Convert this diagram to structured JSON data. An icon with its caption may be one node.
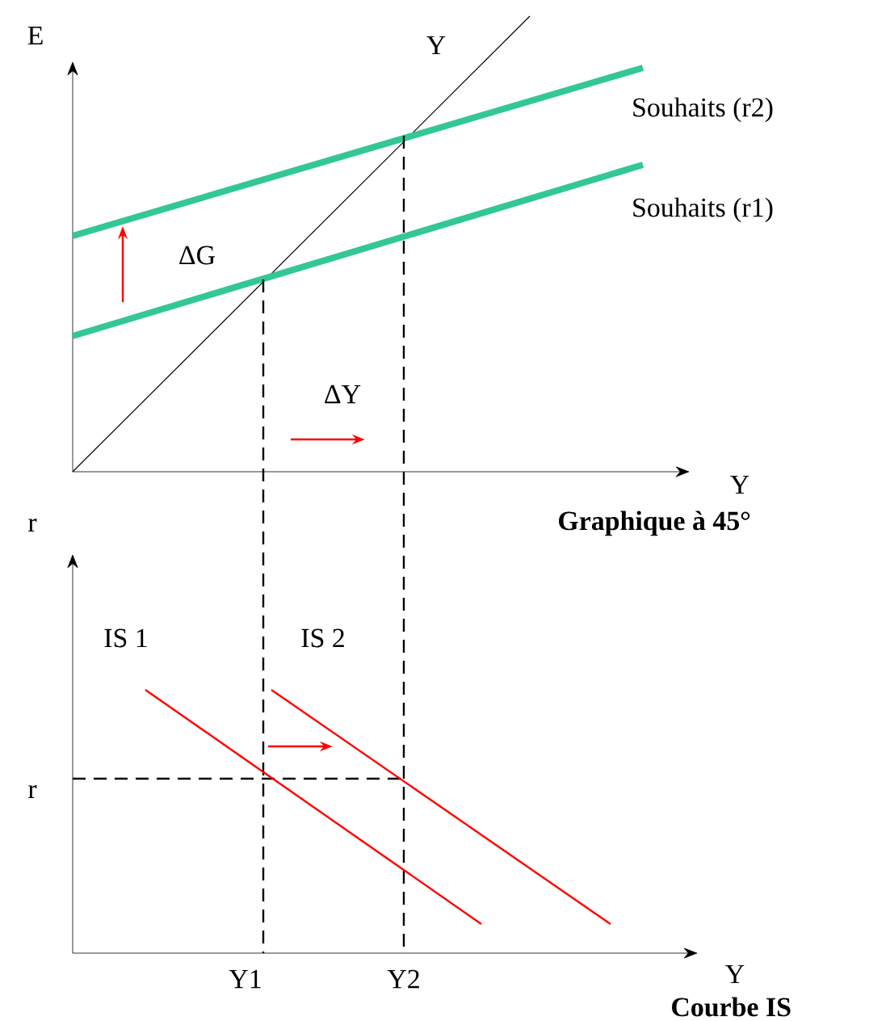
{
  "diagram": {
    "labels": [
      "E",
      "Y",
      "Souhaits (r2)",
      "Souhaits (r1)",
      "ΔG",
      "ΔY",
      "Y",
      "Graphique à 45°",
      "r",
      "IS 1",
      "IS 2",
      "r",
      "Y1",
      "Y2",
      "Y",
      "Courbe IS"
    ]
  }
}
